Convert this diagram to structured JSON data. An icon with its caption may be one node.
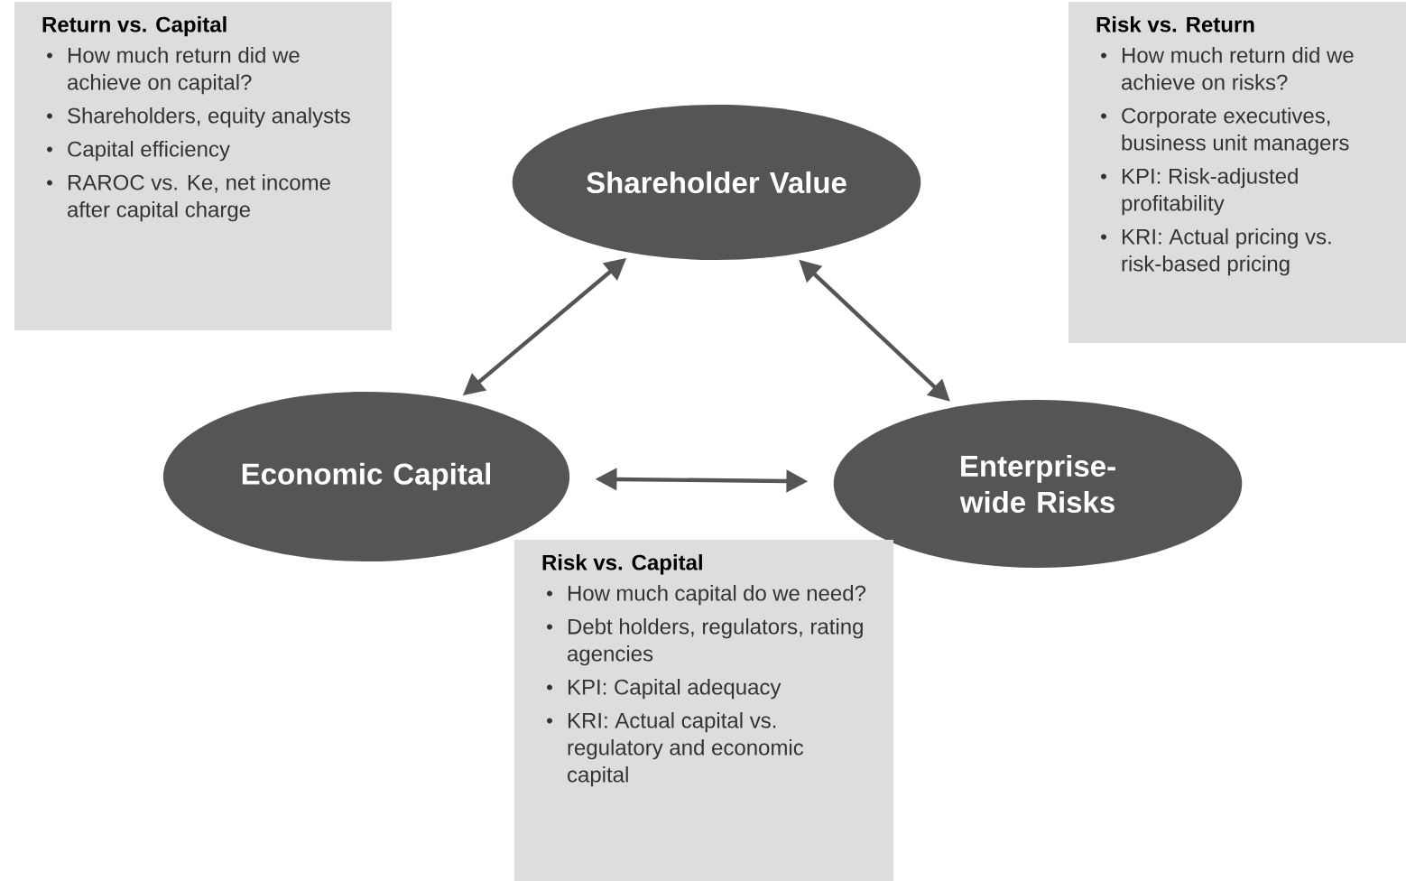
{
  "diagram": {
    "nodes": [
      {
        "text": [
          "Return vs. Capital",
          "How much return did we achieve on capital?",
          "Shareholders, equity analysts",
          "Capital efficiency",
          "RAROC vs. Ke, net income after capital charge"
        ]
      },
      {
        "text": [
          "Shareholder Value"
        ]
      },
      {
        "text": [
          "Risk vs. Return",
          "How much return did we achieve on risks?",
          "Corporate executives, business unit managers",
          "KPI: Risk-adjusted profitability",
          "KRI: Actual pricing vs. risk-based pricing"
        ]
      },
      {
        "text": [
          "Economic Capital"
        ]
      },
      {
        "text": [
          "Enterprise-wide Risks"
        ]
      },
      {
        "text": [
          "Risk vs. Capital",
          "How much capital do we need?",
          "Debt holders, regulators, rating agencies",
          "KPI: Capital adequacy",
          "KRI: Actual capital vs. regulatory and economic capital"
        ]
      }
    ],
    "edges": [
      {
        "from": 1,
        "to": 3,
        "arrow": "both"
      },
      {
        "from": 1,
        "to": 4,
        "arrow": "both"
      },
      {
        "from": 3,
        "to": 4,
        "arrow": "both"
      }
    ]
  }
}
